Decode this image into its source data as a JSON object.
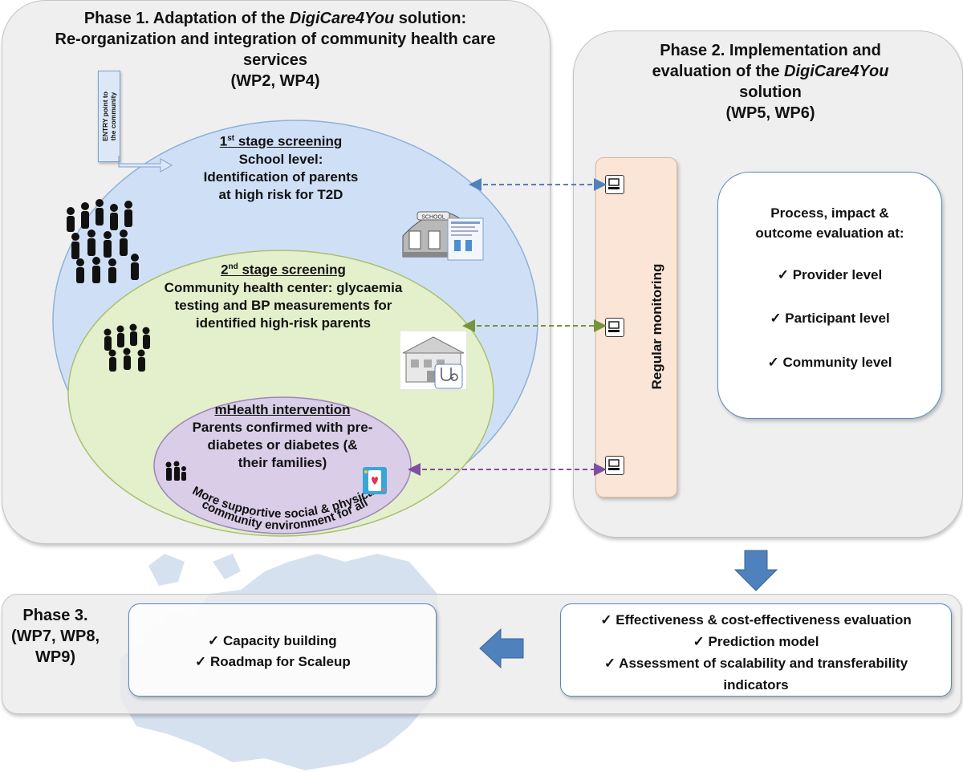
{
  "phase1": {
    "title_prefix": "Phase 1. Adaptation of the ",
    "title_em": "DigiCare4You",
    "title_suffix": " solution:",
    "title_line2": "Re-organization and integration of community health care",
    "title_line3": "services",
    "wp": "(WP2, WP4)",
    "entry_point_line1": "ENTRY  point to",
    "entry_point_line2": "the community",
    "stage1": {
      "ordinal": "1",
      "sup": "st",
      "title": " stage screening",
      "line1": "School level:",
      "line2": "Identification of parents",
      "line3": "at high risk for T2D",
      "school_sign": "SCHOOL"
    },
    "stage2": {
      "ordinal": "2",
      "sup": "nd",
      "title": " stage screening",
      "line1": "Community health center: glycaemia",
      "line2": "testing and BP measurements for",
      "line3": "identified high-risk  parents"
    },
    "stage3": {
      "title": "mHealth intervention",
      "line1": "Parents confirmed with pre-",
      "line2": "diabetes or diabetes (&",
      "line3": "their families)",
      "curved_line1": "More supportive social & physical",
      "curved_line2": "community environment for all"
    }
  },
  "phase2": {
    "line1": "Phase 2. Implementation and",
    "line2_prefix": "evaluation of the ",
    "line2_em": "DigiCare4You",
    "line3": "solution",
    "wp": "(WP5, WP6)",
    "monitoring_label": "Regular monitoring",
    "eval_title1": "Process, impact &",
    "eval_title2": "outcome evaluation at:",
    "eval_items": [
      "✓ Provider level",
      "✓ Participant level",
      "✓ Community level"
    ]
  },
  "phase3": {
    "title1": "Phase 3.",
    "title2": "(WP7, WP8,",
    "title3": "WP9)",
    "left_items": [
      "✓ Capacity building",
      "✓ Roadmap for Scaleup"
    ],
    "right_items": [
      "✓ Effectiveness & cost-effectiveness evaluation",
      "✓ Prediction model",
      "✓ Assessment of scalability and transferability",
      "indicators"
    ]
  },
  "colors": {
    "arrow_blue": "#4f81bd",
    "stage1_fill": "#cfe0f6",
    "stage2_fill": "#e4efcb",
    "stage3_fill": "#d9cde7",
    "monitoring_fill": "#fbe5d6",
    "dash_blue": "#4f81bd",
    "dash_green": "#77933c",
    "dash_purple": "#7f4fa3"
  }
}
